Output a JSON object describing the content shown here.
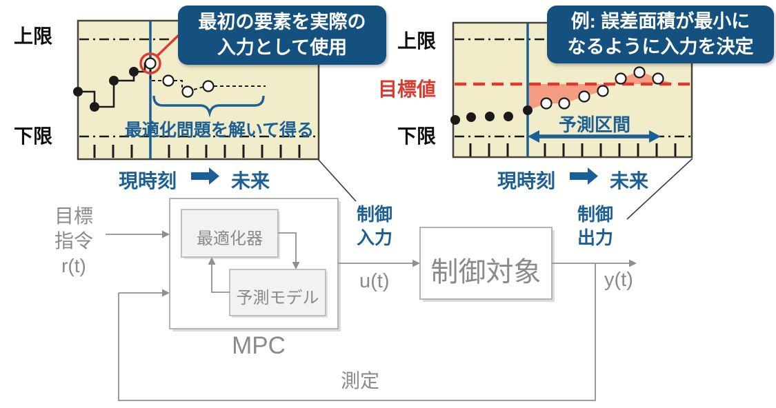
{
  "colors": {
    "accent_blue": "#1b5f94",
    "callout_bg": "#14517e",
    "chart_bg": "#f1ecca",
    "red": "#dd3a30",
    "salmon": "#f49d82",
    "gray_line": "#909090",
    "gray_text": "#8a8a8a"
  },
  "charts": {
    "input_chart": {
      "upper_limit": "上限",
      "lower_limit": "下限",
      "callout_line1": "最初の要素を実際の",
      "callout_line2": "入力として使用",
      "brace_label": "最適化問題を解いて得る",
      "axis_now": "現時刻",
      "axis_future": "未来",
      "series": {
        "type": "step",
        "past_input_steps": [
          [
            -4,
            0.49
          ],
          [
            -3,
            0.38
          ],
          [
            -2,
            0.57
          ],
          [
            -1,
            0.63
          ],
          [
            0,
            0.69
          ]
        ],
        "predicted_inputs": [
          [
            0,
            0.69
          ],
          [
            1,
            0.57
          ],
          [
            2,
            0.49
          ],
          [
            3,
            0.53
          ]
        ],
        "upper_limit_level": 0.87,
        "lower_limit_level": 0.16
      }
    },
    "output_chart": {
      "upper_limit": "上限",
      "target": "目標値",
      "lower_limit": "下限",
      "callout_line1": "例: 誤差面積が最小に",
      "callout_line2": "なるように入力を決定",
      "horizon_label": "予測区間",
      "axis_now": "現時刻",
      "axis_future": "未来",
      "series": {
        "type": "scatter",
        "past_outputs": [
          [
            -4,
            0.28
          ],
          [
            -3,
            0.3
          ],
          [
            -2,
            0.3
          ],
          [
            -1,
            0.3
          ],
          [
            0,
            0.35
          ]
        ],
        "predicted_outputs": [
          [
            1,
            0.4
          ],
          [
            2,
            0.4
          ],
          [
            3,
            0.45
          ],
          [
            4,
            0.49
          ],
          [
            5,
            0.59
          ],
          [
            6,
            0.63
          ],
          [
            7,
            0.59
          ]
        ],
        "target_level": 0.54,
        "upper_limit_level": 0.88,
        "lower_limit_level": 0.15
      }
    }
  },
  "diagram": {
    "reference_line1": "目標",
    "reference_line2": "指令",
    "reference_line3": "r(t)",
    "mpc": "MPC",
    "optimizer": "最適化器",
    "prediction_model": "予測モデル",
    "control_input_line1": "制御",
    "control_input_line2": "入力",
    "control_input_signal": "u(t)",
    "plant": "制御対象",
    "control_output_line1": "制御",
    "control_output_line2": "出力",
    "control_output_signal": "y(t)",
    "measurement": "測定"
  }
}
